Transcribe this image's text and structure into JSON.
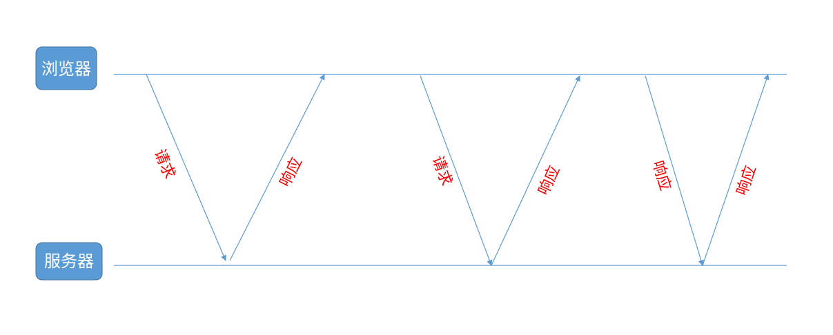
{
  "nodes": {
    "browser": "浏览器",
    "server": "服务器"
  },
  "messages": [
    {
      "label": "请求"
    },
    {
      "label": "响应"
    },
    {
      "label": "请求"
    },
    {
      "label": "响应"
    },
    {
      "label": "响应"
    },
    {
      "label": "响应"
    }
  ],
  "colors": {
    "node_fill": "#5b9bd5",
    "line": "#5b9bd5",
    "label": "#ff0000"
  }
}
